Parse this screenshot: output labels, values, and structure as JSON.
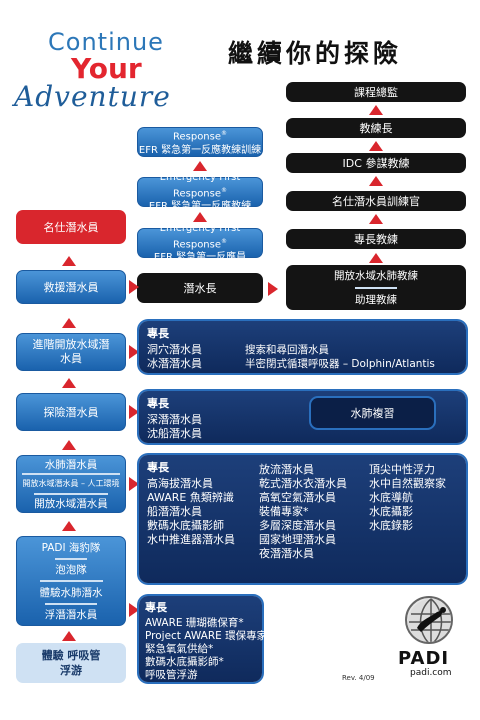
{
  "header": {
    "continue": "Continue",
    "your": "Your",
    "adventure": "Adventure",
    "title": "繼續你的探險"
  },
  "right_column": {
    "course_director": "課程總監",
    "master_instructor": "教練長",
    "idc_staff": "IDC 參謀教練",
    "master_scuba_trainer": "名仕潛水員訓練官",
    "specialty_instructor": "專長教練",
    "owsi": "開放水域水肺教練",
    "assistant_instructor": "助理教練"
  },
  "efr": {
    "brand": "Emergency First Response",
    "reg": "®",
    "instructor_trainer": "EFR 緊急第一反應教練訓練官",
    "instructor": "EFR 緊急第一反應教練",
    "course": "EFR 緊急第一反應員"
  },
  "divemaster": "潛水長",
  "left_column": {
    "master_scuba_diver": "名仕潛水員",
    "rescue_diver": "救援潛水員",
    "advanced_ow": "進階開放水域潛水員",
    "adventure_diver": "探險潛水員",
    "scuba_diver": "水肺潛水員",
    "ow_referral": "開放水域潛水員 – 人工環境",
    "ow_diver": "開放水域潛水員",
    "seal_team": "PADI 海豹隊",
    "bubblemaker": "泡泡隊",
    "dsd": "體驗水肺潛水",
    "skin_diver": "浮潛潛水員",
    "discover_snorkeling": "體驗 呼吸管浮游"
  },
  "panels": {
    "specialty_label": "專長",
    "p1": {
      "left": [
        "洞穴潛水員",
        "冰潛潛水員"
      ],
      "right": [
        "搜索和尋回潛水員",
        "半密閉式循環呼吸器 – Dolphin/Atlantis"
      ]
    },
    "p2": {
      "items": [
        "深潛潛水員",
        "沈船潛水員"
      ]
    },
    "refresh": "水肺複習",
    "p3": {
      "col1": [
        "高海拔潛水員",
        "AWARE 魚類辨識",
        "船潛潛水員",
        "數碼水底攝影師",
        "水中推進器潛水員"
      ],
      "col2": [
        "放流潛水員",
        "乾式潛水衣潛水員",
        "高氧空氣潛水員",
        "裝備專家*",
        "多層深度潛水員",
        "國家地理潛水員",
        "夜潛潛水員"
      ],
      "col3": [
        "頂尖中性浮力",
        "水中自然觀察家",
        "水底導航",
        "水底攝影",
        "水底錄影"
      ]
    },
    "p4": {
      "items": [
        "AWARE 珊瑚礁保育*",
        "Project AWARE 環保專家專長*",
        "緊急氧氣供給*",
        "數碼水底攝影師*",
        "呼吸管浮游"
      ]
    }
  },
  "footer": {
    "rev": "Rev. 4/09",
    "padi": "PADI",
    "url": "padi.com"
  },
  "colors": {
    "black_box": "#141414",
    "blue_box": "#1a62ad",
    "navy_panel": "#0f2a5c",
    "red_box": "#d9262d",
    "arrow": "#d9262d",
    "light_blue_box": "#cfe1f3"
  }
}
